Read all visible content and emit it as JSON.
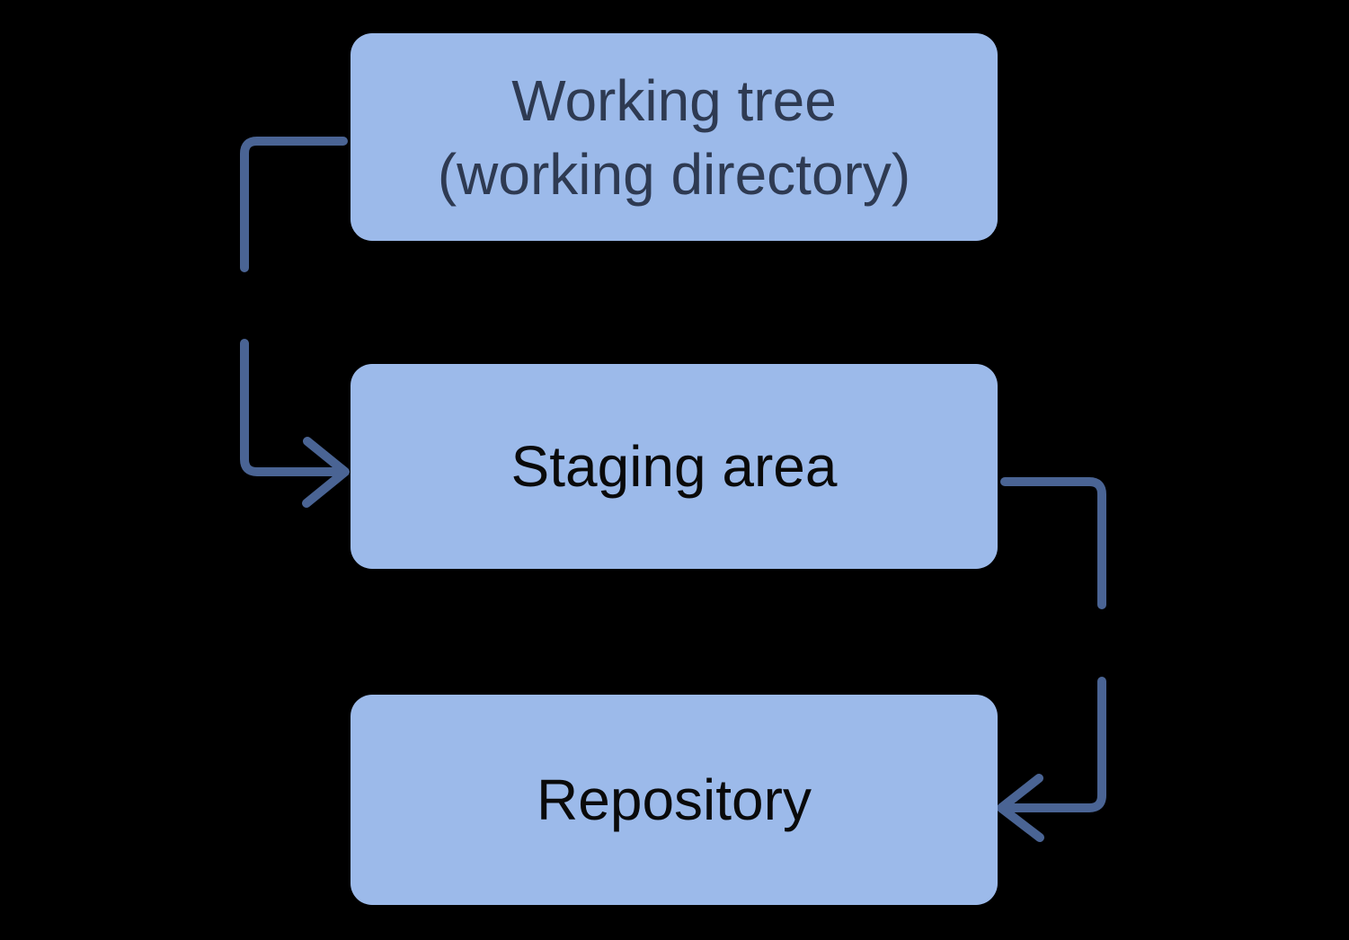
{
  "nodes": [
    {
      "id": "working-tree",
      "label": "Working tree",
      "sublabel": "(working directory)",
      "text_color": "#2E3A52"
    },
    {
      "id": "staging-area",
      "label": "Staging area",
      "text_color": "#0A0A0A"
    },
    {
      "id": "repository",
      "label": "Repository",
      "text_color": "#0A0A0A"
    }
  ],
  "edges": [
    {
      "from": "working-tree",
      "to": "staging-area",
      "side": "left",
      "arrowhead": "chevron"
    },
    {
      "from": "staging-area",
      "to": "repository",
      "side": "right",
      "arrowhead": "chevron"
    }
  ],
  "colors": {
    "background": "#000000",
    "node-fill": "#9CBAEA",
    "connector": "#4A6494",
    "node-text-primary": "#2E3A52",
    "node-text-dark": "#0A0A0A"
  }
}
